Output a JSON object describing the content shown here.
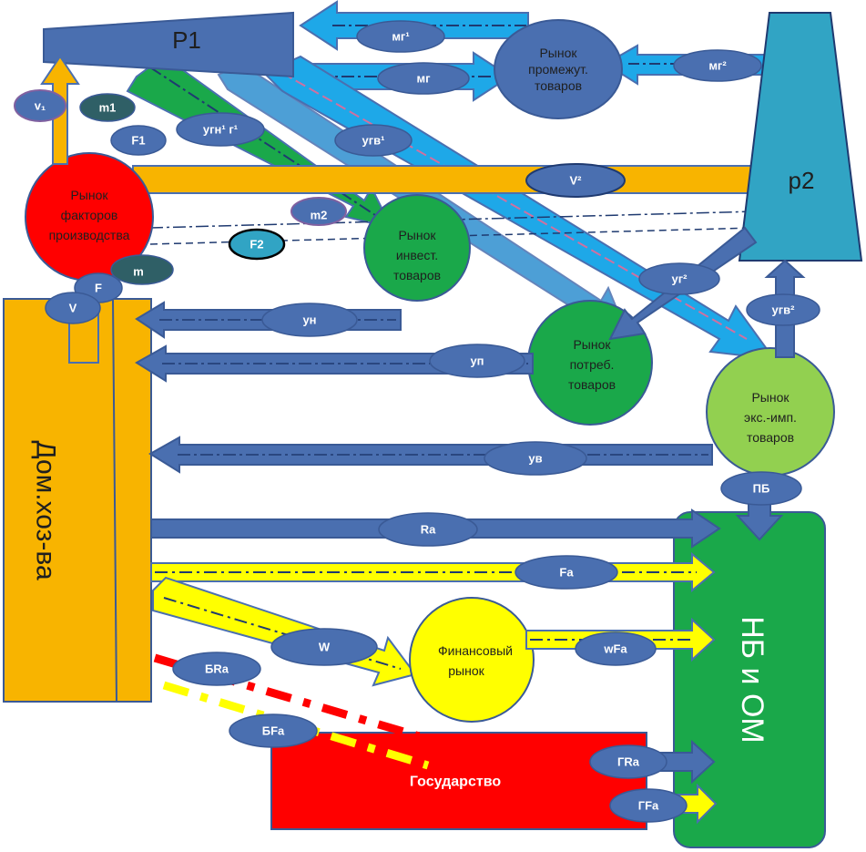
{
  "nodes": {
    "p1": "P1",
    "p2": "p2",
    "households": "Дом.хоз-ва",
    "nb_om": "НБ и ОМ",
    "state": "Государство",
    "factors_market": [
      "Рынок",
      "факторов",
      "производства"
    ],
    "intermediate_market": [
      "Рынок",
      "промежут.",
      "товаров"
    ],
    "invest_market": [
      "Рынок",
      "инвест.",
      "товаров"
    ],
    "consumer_market": [
      "Рынок",
      "потреб.",
      "товаров"
    ],
    "export_market": [
      "Рынок",
      "экс.-имп.",
      "товаров"
    ],
    "financial_market": [
      "Финансовый",
      "рынок"
    ]
  },
  "flows": {
    "mg1": "мг¹",
    "mg": "мг",
    "mg2": "мг²",
    "v1": "v₁",
    "m1": "m1",
    "f1": "F1",
    "ugn1": "угн¹ г¹",
    "ugv1": "угв¹",
    "v2": "V²",
    "m2": "m2",
    "f2": "F2",
    "m": "m",
    "v": "V",
    "f": "F",
    "ug2": "уг²",
    "ugv2": "угв²",
    "un": "ун",
    "up": "уп",
    "uv": "ув",
    "pb": "ПБ",
    "ra": "Ra",
    "fa": "Fa",
    "w": "W",
    "wfa": "wFa",
    "bra": "БRa",
    "bfa": "БFa",
    "gra": "ГRa",
    "gfa": "ГFa"
  },
  "colors": {
    "blue_arrow": "#4a6fb0",
    "light_blue_arrow": "#1ea8e8",
    "orange": "#f8b400",
    "yellow": "#ffff00",
    "red": "#ff0000",
    "green_dark": "#1aa84a",
    "green_light": "#92d050",
    "teal": "#31a4c4"
  }
}
